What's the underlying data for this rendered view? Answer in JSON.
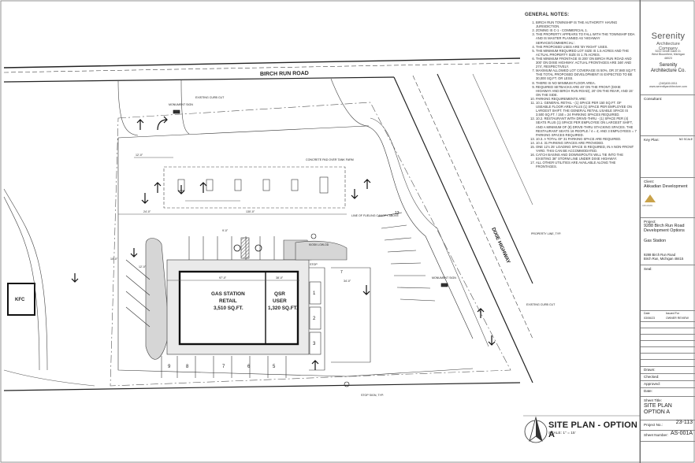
{
  "general_notes": {
    "heading": "GENERAL NOTES:",
    "items": [
      "BIRCH RUN TOWNSHIP IS THE AUTHORITY HAVING JURISDICTION.",
      "ZONING IS C-1 - COMMERCIAL 1.",
      "THE PROPERTY APPEARS TO FALL WITH THE TOWNSHIP DDA AND IS MASTER PLANNED AS 'HIGHWAY SERVICE/COMMERCIAL'.",
      "THE PROPOSED USES ARE 'BY RIGHT' USES.",
      "THE MINIMUM REQUIRED LOT SIZE IS 1.5 ACRES AND THE ACTUAL PROPERTY SIZE IS 1.75 ACRES.",
      "THE MINIMUM FRONTAGE IS 200' ON BIRCH RUN ROAD AND 300' ON DIXIE HIGHWAY. ACTUAL FRONTAGES ARE 346' AND 274', RESPECTIVELY.",
      "MAXIMUM ALLOWED LOT COVERAGE IS 50%, OR 37,980 SQ.FT. THE TOTAL PROPOSED DEVELOPMENT IS EXPECTED TO BE 30,000 SQ.FT. OR LESS.",
      "THERE IS NO MINIMUM FLOOR AREA.",
      "REQUIRED SETBACKS ARE 40' ON THE FRONT (DIXIE HIGHWAY AND BIRCH RUN ROAD), 20' ON THE REAR, AND 15' ON THE SIDE.",
      "PARKING REQUIREMENTS ARE:",
      "10.1. GENERAL RETAIL - (1) SPACE PER 150 SQ.FT. OF USEABLE FLOOR AREA PLUS (1) SPACE PER EMPLOYEE ON LARGEST SHIFT. THE GENERAL RETAIL USABLE SPACE IS 3,500 SQ.FT. / 150 = 24 PARKING SPACES REQUIRED.",
      "10.2. RESTAURANT WITH DRIVE-THRU - (1) SPACE PER (4) SEATS PLUS (1) SPACE PER EMPLOYEE ON LARGEST SHIFT, AND A MINIMUM OF (8) DRIVE-THRU STACKING SPACES. THE RESTAURANT SEATS 16 PEOPLE / 4 = 4; AND 3 EMPLOYEES = 7 PARKING SPACES REQUIRED.",
      "10.3. A TOTAL OF 31 PARKING SPACE ARE REQUIRED.",
      "10.4. 31 PARKING SPACES ARE PROVIDED.",
      "ONE 12'x 25' LOADING SPACE IS REQUIRED, IN A NON-FRONT YARD. THIS CAN BE ACCOMMODATED.",
      "CATCH BASINS AND DOWNSPOUTS WILL TIE INTO THE EXISTING 36\" STORM LINE UNDER DIXIE HIGHWAY.",
      "ALL OTHER UTILITIES ARE AVAILABLE ALONG THE FRONTAGES."
    ]
  },
  "title_block": {
    "logo_name": "Serenity",
    "logo_sub1": "Architecture",
    "logo_sub2": "Company",
    "logo_addr1": "5222 Great Oaks Ct.",
    "logo_addr2": "West Bloomfield, Michigan",
    "logo_addr3": "48023",
    "firm_line1": "Serenity",
    "firm_line2": "Architecture Co.",
    "firm_phone": "(248)630-0011",
    "firm_web": "www.serenityarchitecture.com",
    "consultant_label": "Consultant:",
    "key_plan_label": "Key Plan:",
    "no_scale": "NO SCALE",
    "client_label": "Client:",
    "client_name": "Akkadian Development",
    "client_logo_text": "AKKADIAN",
    "project_label": "Project:",
    "project_line1": "9288 Birch Run Road",
    "project_line2": "Development Options",
    "project_line3": "Gas Station",
    "project_addr1": "9288 Birch Run Road",
    "project_addr2": "Birch Run, Michigan 48415",
    "seal_label": "Seal:",
    "issue_date_header": "Date",
    "issue_for_header": "Issued For",
    "issue_date": "03/06/23",
    "issue_for": "OWNER REVIEW",
    "drawn_label": "Drawn:",
    "checked_label": "Checked:",
    "approved_label": "Approved:",
    "date_label": "Date:",
    "sheet_title_label": "Sheet Title:",
    "sheet_title_1": "SITE PLAN",
    "sheet_title_2": "OPTION A",
    "project_no_label": "Project No.:",
    "project_no": "23-113",
    "sheet_number_label": "Sheet Number:",
    "sheet_number": "AS-001A"
  },
  "drawing_title": {
    "title": "SITE PLAN - OPTION A",
    "scale": "SCALE: 1\" = 15'"
  },
  "plan_labels": {
    "birch_run_road": "BIRCH RUN ROAD",
    "dixie_highway": "DIXIE HIGHWAY",
    "kfc": "KFC",
    "gas_station_1": "GAS STATION",
    "gas_station_2": "RETAIL",
    "gas_station_3": "3,510 SQ.FT.",
    "qsr_1": "QSR",
    "qsr_2": "USER",
    "qsr_3": "1,320 SQ.FT.",
    "monument_sign_top": "MONUMENT SIGN",
    "existing_curb_cut_top": "EXISTING CURB CUT",
    "concrete_pad": "CONCRETE PAD OVER TANK FARM",
    "line_of_fueling": "LINE OF FUELING CANOPY ABOVE",
    "property_line": "PROPERTY LINE, TYP.",
    "monument_sign_right": "MONUMENT SIGN",
    "existing_curb_cut_right": "EXISTING CURB CUT",
    "stop_sign": "STOP SIGN, TYP.",
    "stop": "STOP",
    "kiosk": "KIOSK LOW-OD",
    "dim_130": "130'-0\"",
    "dim_24": "24'-0\"",
    "dim_97": "97'-0\"",
    "dim_38": "38'-0\"",
    "dim_34": "34'-0\"",
    "dim_12a": "12'-0\"",
    "dim_12b": "12'-0\"",
    "dim_9": "9'-0\"",
    "dim_10": "10'-0\"",
    "space_1": "1",
    "space_2": "2",
    "space_3": "3",
    "space_5": "5",
    "space_6": "6",
    "space_7": "7",
    "space_8": "8",
    "space_9": "9",
    "space_7b": "7",
    "space_12": "12"
  }
}
